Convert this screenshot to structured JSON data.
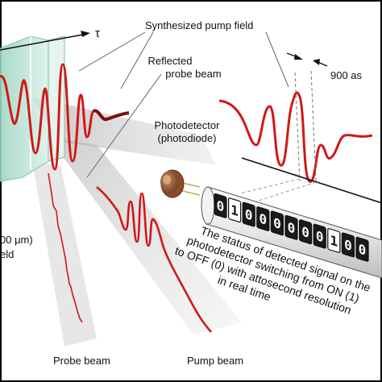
{
  "labels": {
    "tau": "τ",
    "synth_field": "Synthesized pump field",
    "reflected_line1": "Reflected",
    "reflected_line2": "probe beam",
    "photodetector_line1": "Photodetector",
    "photodetector_line2": "(photodiode)",
    "timing": "900 as",
    "thickness_line1": "00 μm)",
    "thickness_line2": "eld",
    "probe_beam": "Probe beam",
    "pump_beam": "Pump beam"
  },
  "status_text": [
    "The status of detected signal on the",
    "photodetector switching from ON (1)",
    "to OFF (0) with attosecond resolution",
    "in real time"
  ],
  "display_digits": [
    "0",
    "1",
    "0",
    "0",
    "0",
    "0",
    "0",
    "0",
    "1",
    "0",
    "0",
    "0"
  ],
  "colors": {
    "wave_red": "#d01818",
    "wave_dark": "#7a1010",
    "glass": "#bfe3d6",
    "beam_gray": "#c8c8c8",
    "frame": "#000000"
  }
}
